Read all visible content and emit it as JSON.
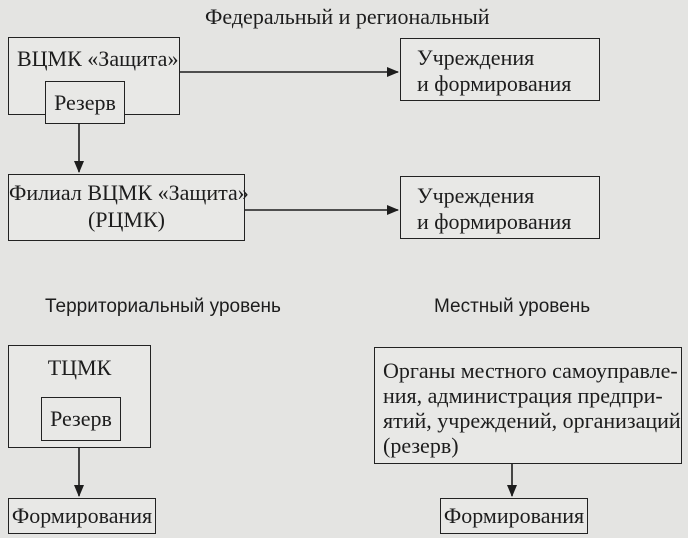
{
  "headings": {
    "federal_regional": "Федеральный и региональный",
    "territorial": "Территориальный уровень",
    "local": "Местный уровень"
  },
  "vtsmk": {
    "title": "ВЦМК «Защита»",
    "reserve": "Резерв"
  },
  "institutions_1": {
    "line1": "Учреждения",
    "line2": "и формирования"
  },
  "branch": {
    "line1": "Филиал ВЦМК «Защита»",
    "line2": "(РЦМК)"
  },
  "institutions_2": {
    "line1": "Учреждения",
    "line2": "и формирования"
  },
  "tsmk": {
    "title": "ТЦМК",
    "reserve": "Резерв"
  },
  "local_bodies": {
    "line1": "Органы местного самоуправле-",
    "line2": "ния, администрация предпри-",
    "line3": "ятий, учреждений, организаций",
    "line4": "(резерв)"
  },
  "formations_territorial": "Формирования",
  "formations_local": "Формирования"
}
